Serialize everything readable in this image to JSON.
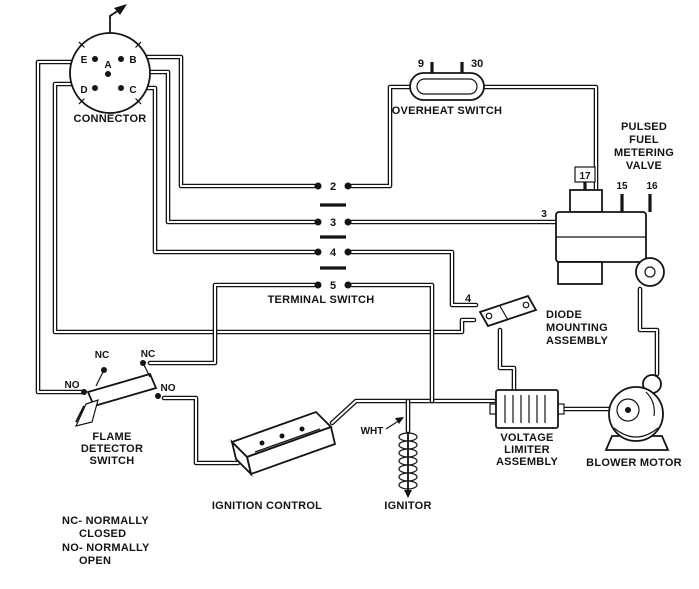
{
  "diagram": {
    "background": "#ffffff",
    "ink": "#141414",
    "components": {
      "connector": {
        "label": "CONNECTOR",
        "pins": {
          "e": "E",
          "b": "B",
          "a": "A",
          "d": "D",
          "c": "C"
        }
      },
      "overheat_switch": {
        "label": "OVERHEAT SWITCH",
        "terminal_9": "9",
        "terminal_30": "30"
      },
      "terminal_switch": {
        "label": "TERMINAL SWITCH",
        "terminals": [
          "2",
          "3",
          "4",
          "5"
        ]
      },
      "pulsed_fuel_metering_valve": {
        "label_lines": [
          "PULSED",
          "FUEL",
          "METERING",
          "VALVE"
        ],
        "terminal_17": "17",
        "terminal_15": "15",
        "terminal_16": "16",
        "terminal_3": "3"
      },
      "diode_mounting_assembly": {
        "label_lines": [
          "DIODE",
          "MOUNTING",
          "ASSEMBLY"
        ],
        "terminal_4": "4"
      },
      "flame_detector_switch": {
        "label_lines": [
          "FLAME",
          "DETECTOR",
          "SWITCH"
        ],
        "nc_left": "NC",
        "nc_right": "NC",
        "no_left": "NO",
        "no_right": "NO"
      },
      "ignition_control": {
        "label": "IGNITION CONTROL"
      },
      "ignitor": {
        "label": "IGNITOR",
        "wire_tag": "WHT"
      },
      "voltage_limiter_assembly": {
        "label_lines": [
          "VOLTAGE",
          "LIMITER",
          "ASSEMBLY"
        ]
      },
      "blower_motor": {
        "label": "BLOWER MOTOR"
      }
    },
    "legend": {
      "nc_line1": "NC- NORMALLY",
      "nc_line2": "CLOSED",
      "no_line1": "NO- NORMALLY",
      "no_line2": "OPEN"
    }
  }
}
